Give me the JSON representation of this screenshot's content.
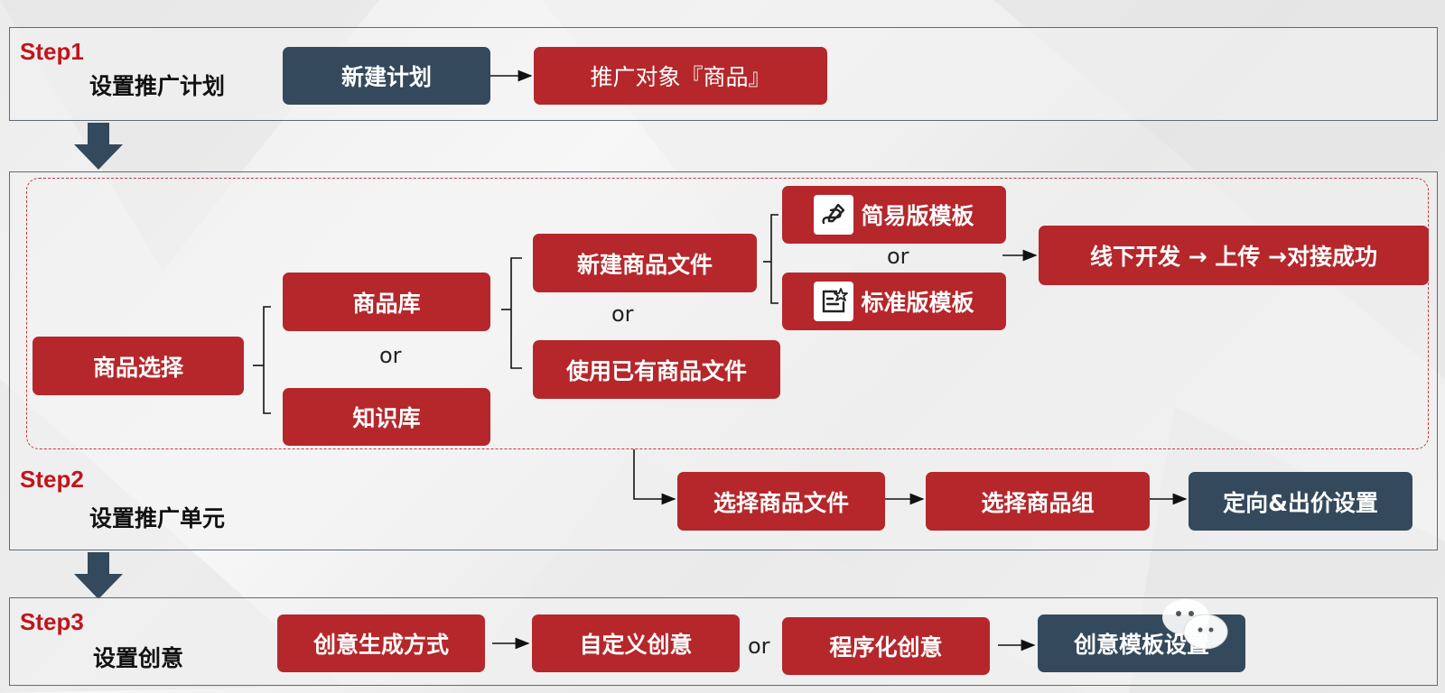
{
  "step1": {
    "label": "Step1",
    "title": "设置推广计划",
    "new_plan": "新建计划",
    "target": "推广对象『商品』"
  },
  "step2": {
    "label": "Step2",
    "title": "设置推广单元",
    "product_select": "商品选择",
    "product_lib": "商品库",
    "knowledge_lib": "知识库",
    "new_file": "新建商品文件",
    "use_existing": "使用已有商品文件",
    "simple_template": "简易版模板",
    "standard_template": "标准版模板",
    "offline_dev": "线下开发 → 上传 →对接成功",
    "choose_file": "选择商品文件",
    "choose_group": "选择商品组",
    "targeting_bid": "定向&出价设置"
  },
  "step3": {
    "label": "Step3",
    "title": "设置创意",
    "gen_method": "创意生成方式",
    "custom": "自定义创意",
    "programmatic": "程序化创意",
    "template_settings": "创意模板设置"
  },
  "or_text": "or",
  "colors": {
    "red": "#b5272b",
    "dark": "#34495c",
    "step_red": "#c0151c"
  }
}
